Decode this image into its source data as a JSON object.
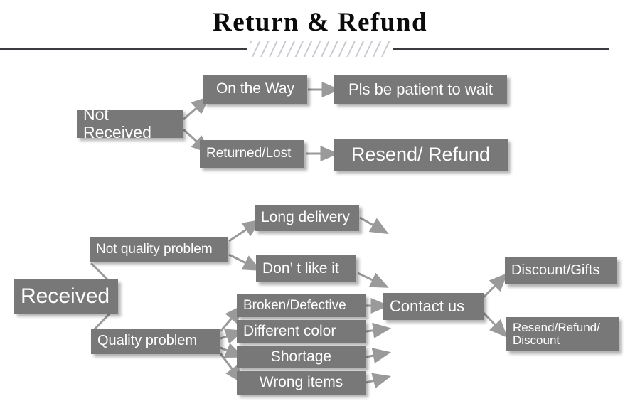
{
  "header": {
    "title": "Return & Refund",
    "divider_icon": "diagonal-hatch-divider"
  },
  "colors": {
    "node_fill": "#787878",
    "node_text": "#ffffff",
    "connector": "#9a9a9a",
    "rule": "#3a3a3f",
    "hatch": "#c9ccd1",
    "title_text": "#0b0b0b",
    "page_background": "#ffffff"
  },
  "diagram": {
    "type": "flowchart",
    "branches": [
      {
        "id": "not-received",
        "root": "Not Received",
        "steps": [
          {
            "stage": "On the Way",
            "outcome": "Pls be patient to wait"
          },
          {
            "stage": "Returned/Lost",
            "outcome": "Resend/ Refund"
          }
        ]
      },
      {
        "id": "received",
        "root": "Received",
        "categories": [
          {
            "name": "Not quality problem",
            "reasons": [
              "Long delivery",
              "Don’  t like it"
            ]
          },
          {
            "name": "Quality problem",
            "reasons": [
              "Broken/Defective",
              "Different color",
              "Shortage",
              "Wrong items"
            ]
          }
        ],
        "action": "Contact us",
        "resolutions": [
          "Discount/Gifts",
          "Resend/Refund/\nDiscount"
        ]
      }
    ]
  },
  "nodes": {
    "not_received": "Not Received",
    "on_the_way": "On the Way",
    "pls_be_patient": "Pls be patient to wait",
    "returned_lost": "Returned/Lost",
    "resend_refund": "Resend/ Refund",
    "received": "Received",
    "not_quality_problem": "Not quality problem",
    "long_delivery": "Long delivery",
    "dont_like_it": "Don’  t like it",
    "quality_problem": "Quality problem",
    "broken_defective": "Broken/Defective",
    "different_color": "Different color",
    "shortage": "Shortage",
    "wrong_items": "Wrong items",
    "contact_us": "Contact us",
    "discount_gifts": "Discount/Gifts",
    "resend_refund_discount": "Resend/Refund/\nDiscount"
  }
}
